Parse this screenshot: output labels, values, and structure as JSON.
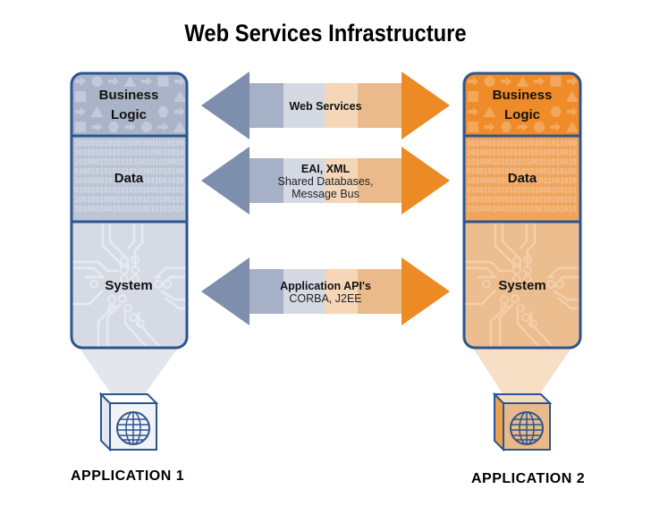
{
  "title": "Web Services Infrastructure",
  "colors": {
    "blue_border": "#2b5590",
    "blue_dark": "#7d8fad",
    "blue_mid": "#a6b0c6",
    "blue_light": "#d4d9e3",
    "blue_panel_top": "#a9b4c8",
    "blue_panel_mid": "#bcc5d6",
    "blue_panel_bottom": "#d5dae4",
    "orange_dark": "#ec8a25",
    "orange_mid": "#ebba8a",
    "orange_light": "#f5d7b7",
    "orange_panel_top": "#ef8c29",
    "orange_panel_mid": "#f0a55e",
    "orange_panel_bottom": "#ebbd8f"
  },
  "applications": [
    {
      "name": "APPLICATION 1",
      "theme": "blue",
      "layers": [
        {
          "label_lines": [
            "Business",
            "Logic"
          ]
        },
        {
          "label_lines": [
            "Data"
          ]
        },
        {
          "label_lines": [
            "System"
          ]
        }
      ],
      "binary_rows": [
        "10100101010101001001010100",
        "10100101010101010100010010",
        "10100010101010100101010010",
        "01001010101010101001010100",
        "10100001010101001011001010",
        "01001010101010101000100101",
        "10010010001010101010100101",
        "10100010010101010010101010"
      ]
    },
    {
      "name": "APPLICATION 2",
      "theme": "orange",
      "layers": [
        {
          "label_lines": [
            "Business",
            "Logic"
          ]
        },
        {
          "label_lines": [
            "Data"
          ]
        },
        {
          "label_lines": [
            "System"
          ]
        }
      ],
      "binary_rows": [
        "10100101010101001001010100",
        "10100101010101010100010010",
        "10100010101010100101010010",
        "01001010101010101001010100",
        "10100001010101001011001010",
        "01001010101010101000100101",
        "10010010001010101010100101",
        "10100010010101010010101010"
      ]
    }
  ],
  "connections": [
    {
      "title": "Web Services",
      "lines": []
    },
    {
      "title": "EAI, XML",
      "lines": [
        "Shared Databases,",
        "Message Bus"
      ]
    },
    {
      "title": "Application API's",
      "lines": [
        "CORBA, J2EE"
      ]
    }
  ],
  "icons": {
    "app_icon": "globe-box-icon",
    "business_pattern": "shapes-pattern",
    "system_pattern": "circuit-pattern"
  }
}
